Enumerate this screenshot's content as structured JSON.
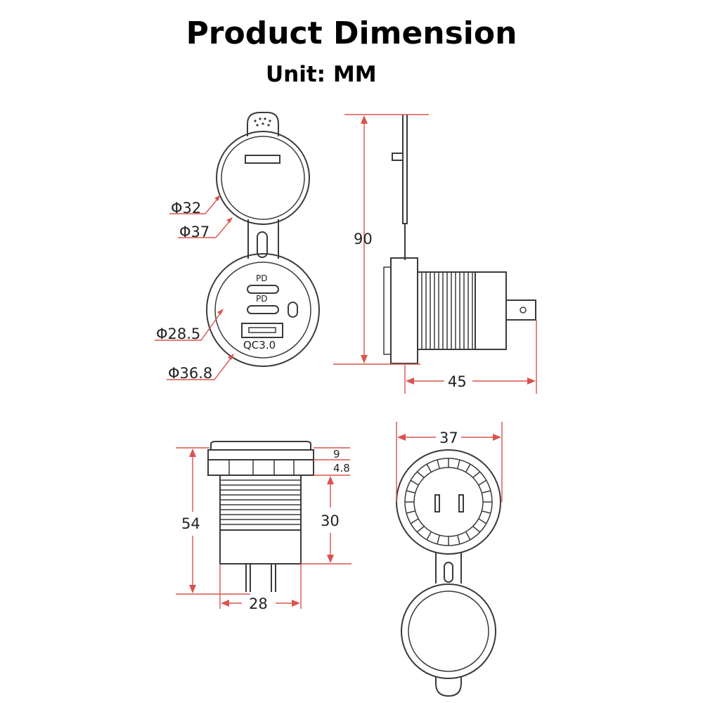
{
  "title": "Product Dimension",
  "unit_label": "Unit: MM",
  "front_view": {
    "cap_outer_diameter": "Φ37",
    "cap_inner_diameter": "Φ32",
    "socket_inner_diameter": "Φ28.5",
    "socket_outer_diameter": "Φ36.8",
    "port_labels": [
      "PD",
      "PD"
    ],
    "qc_label": "QC3.0"
  },
  "side_view": {
    "total_height": "90",
    "total_depth": "45"
  },
  "bottom_side_view": {
    "length": "54",
    "flange_thickness": "9",
    "nut_thickness": "4.8",
    "thread_length": "30",
    "body_width": "28"
  },
  "back_view": {
    "outer_diameter": "37"
  },
  "colors": {
    "dimension_line": "#d9534f",
    "outline": "#3a3a3a"
  }
}
